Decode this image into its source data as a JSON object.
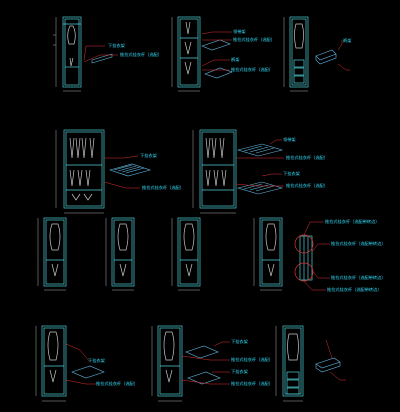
{
  "colors": {
    "background": "#000000",
    "cabinet": "#4fd0d8",
    "hanger": "#c8c8c8",
    "shelf_item": "#5fb8e0",
    "dimension": "#d8d8d8",
    "leader": "#e03030",
    "label": "#33e0ff"
  },
  "labels": {
    "l1": "下挂衣架",
    "l2": "推拉式挂衣杆（选配）",
    "l3": "领带架",
    "l4": "推拉式挂衣杆（选配）",
    "l5": "裤架",
    "l6": "裤架",
    "l7": "推拉式挂衣杆（选配）",
    "l8": "下挂衣架",
    "l9": "推拉式挂衣杆（选配）",
    "l10": "推拉式挂衣杆（选配）",
    "l11": "下挂衣架",
    "l12": "推拉式挂衣杆（选配）",
    "l13": "推拉式挂衣杆（选配带转边）",
    "l14": "推拉式挂衣杆（选配带转边）",
    "l15": "推拉式挂衣杆（选配带转边）",
    "l16": "推拉式挂衣杆（选配带转边）",
    "l17": "下挂衣架",
    "l18": "推拉式挂衣杆（选配）",
    "l19": "领带架",
    "l20": "下挂衣架",
    "l21": "推拉式挂衣杆（选配）",
    "l22": "下挂衣架",
    "l23": "推拉式挂衣杆（选配）"
  }
}
